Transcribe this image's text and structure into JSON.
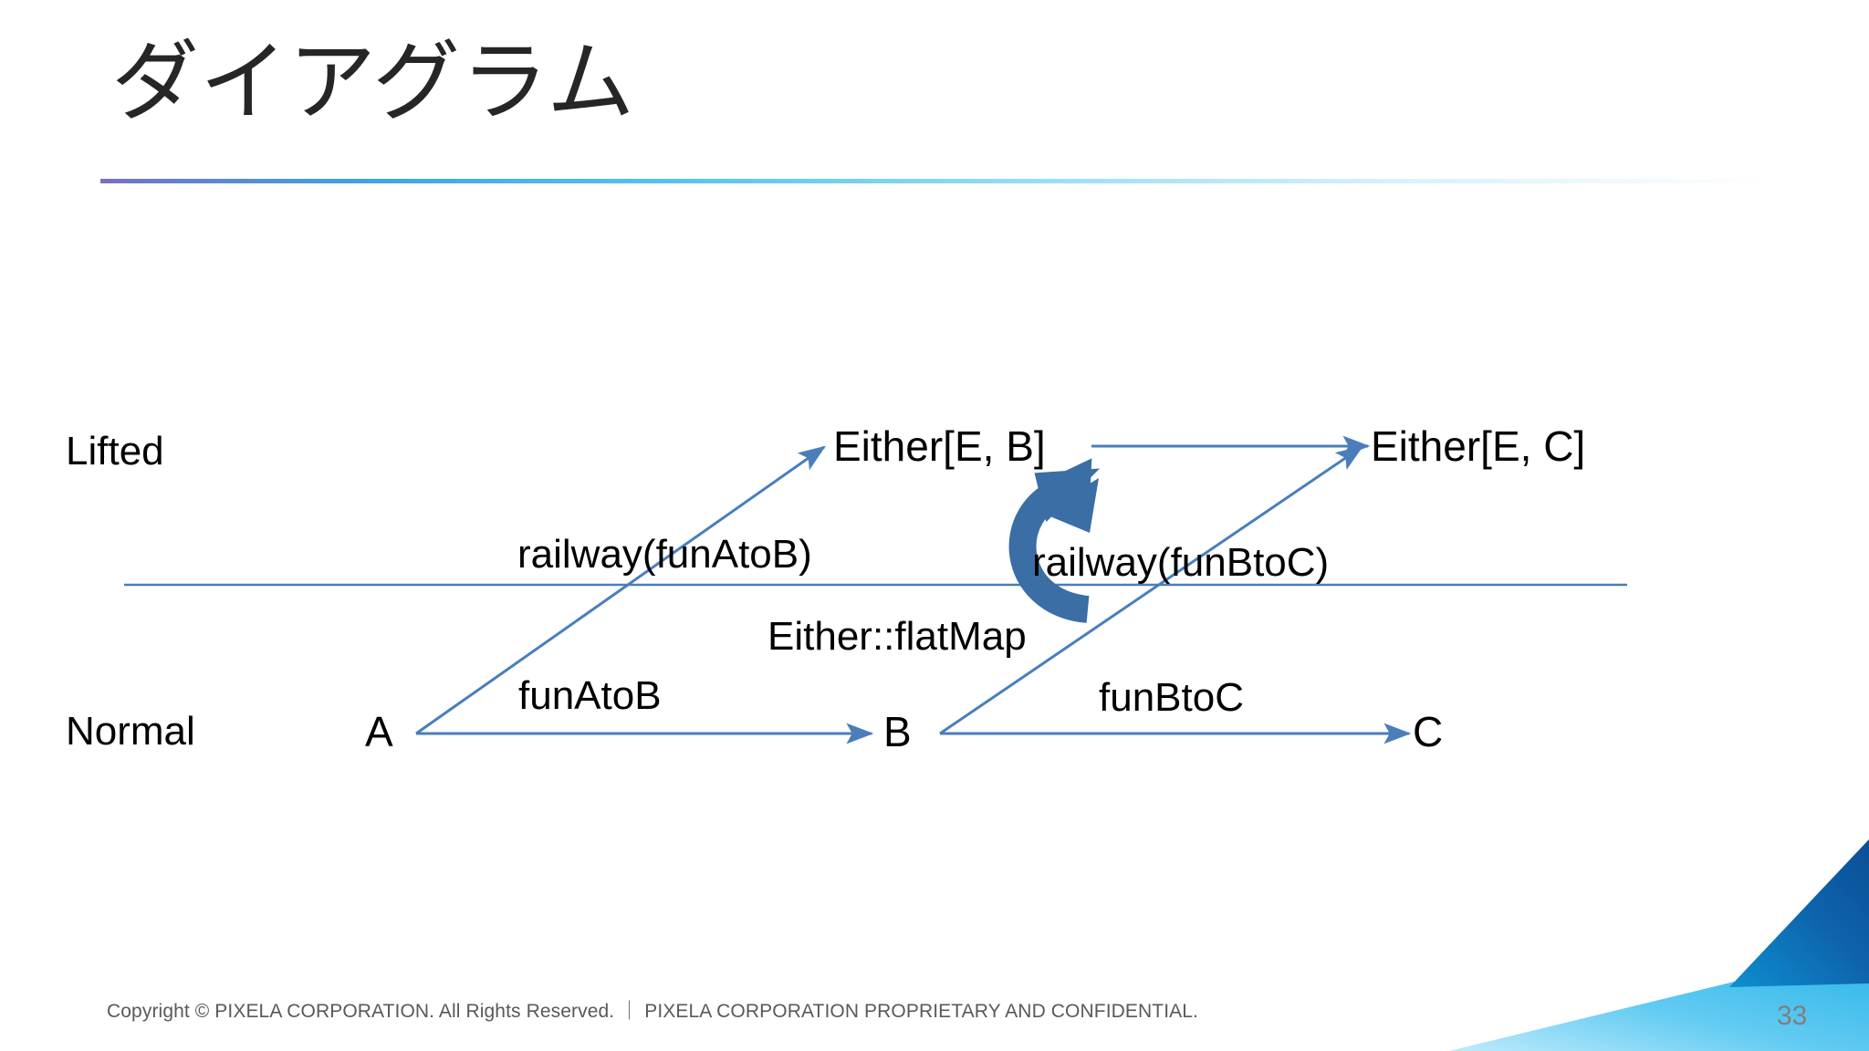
{
  "slide": {
    "title": "ダイアグラム",
    "page_number": "33",
    "footer": "Copyright © PIXELA CORPORATION. All Rights Reserved. ｜ PIXELA CORPORATION PROPRIETARY AND CONFIDENTIAL."
  },
  "theme": {
    "title_color": "#262626",
    "rule_gradient_start": "#7a6fc4",
    "rule_gradient_mid": "#3ea4e4",
    "rule_gradient_end": "#ffffff",
    "arrow_color": "#4a7ebb",
    "flatmap_arrow_color": "#3a6ea5",
    "corner_dark_blue": "#0f64ad",
    "corner_light_blue": "#41c3f0",
    "footer_color": "#595959",
    "page_number_color": "#7f7f7f"
  },
  "diagram": {
    "rows": [
      {
        "id": "lifted",
        "label": "Lifted"
      },
      {
        "id": "normal",
        "label": "Normal"
      }
    ],
    "nodes": [
      {
        "id": "either-b",
        "label": "Either[E, B]",
        "row": "lifted"
      },
      {
        "id": "either-c",
        "label": "Either[E, C]",
        "row": "lifted"
      },
      {
        "id": "a",
        "label": "A",
        "row": "normal"
      },
      {
        "id": "b",
        "label": "B",
        "row": "normal"
      },
      {
        "id": "c",
        "label": "C",
        "row": "normal"
      }
    ],
    "edges": [
      {
        "id": "funatob",
        "label": "funAtoB",
        "from": "a",
        "to": "b"
      },
      {
        "id": "funbtoc",
        "label": "funBtoC",
        "from": "b",
        "to": "c"
      },
      {
        "id": "railway-atob",
        "label": "railway(funAtoB)",
        "from": "a",
        "to": "either-b"
      },
      {
        "id": "railway-btoc",
        "label": "railway(funBtoC)",
        "from": "b",
        "to": "either-c"
      },
      {
        "id": "flatmap",
        "label": "Either::flatMap",
        "from": "either-b",
        "to": "either-c"
      }
    ]
  }
}
